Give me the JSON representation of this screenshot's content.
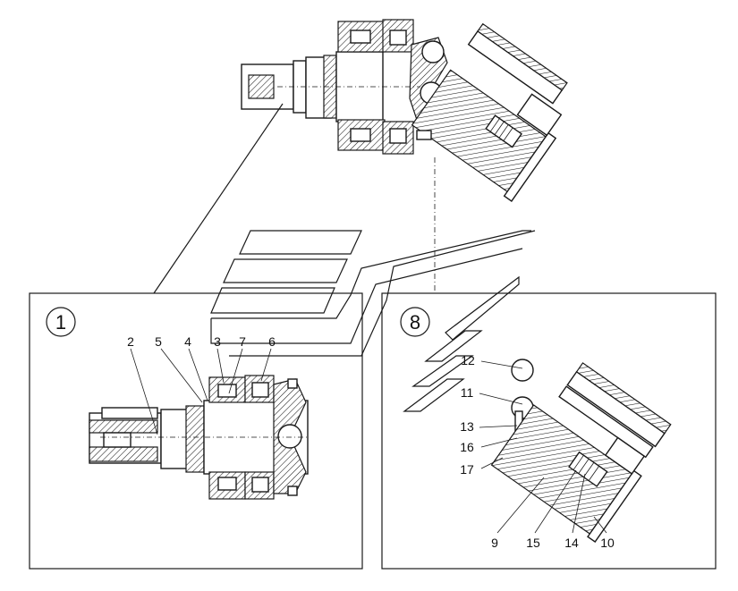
{
  "detail_views": [
    {
      "label": "1"
    },
    {
      "label": "8"
    }
  ],
  "callouts_left": [
    "2",
    "5",
    "4",
    "3",
    "7",
    "6"
  ],
  "callouts_right": [
    "12",
    "11",
    "13",
    "16",
    "17",
    "9",
    "15",
    "14",
    "10"
  ]
}
